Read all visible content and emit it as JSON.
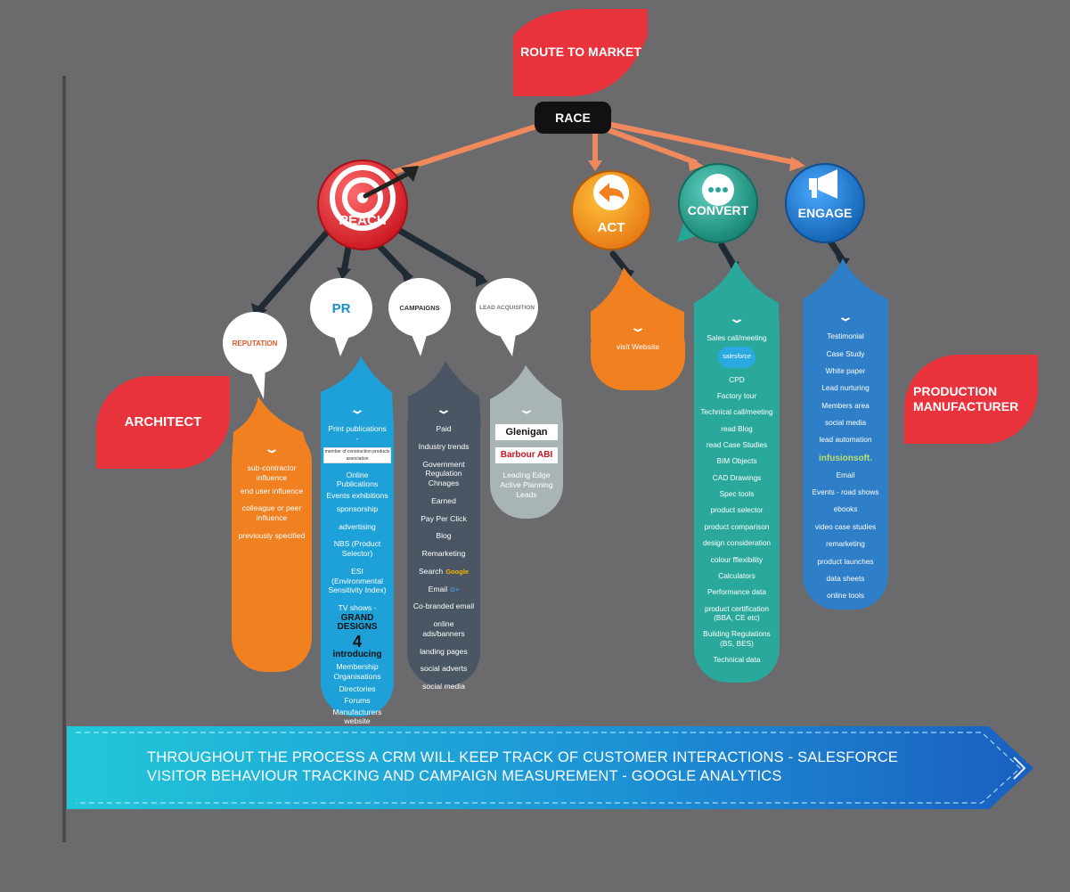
{
  "top": {
    "route_label": "ROUTE  TO MARKET",
    "race_label": "RACE"
  },
  "leaves": {
    "architect": "ARCHITECT",
    "manufacturer": "PRODUCTION MANUFACTURER"
  },
  "nodes": {
    "reach": "REACH",
    "act": "ACT",
    "convert": "CONVERT",
    "engage": "ENGAGE",
    "reputation": "REPUTATION",
    "pr": "PR",
    "campaigns": "CAMPAIGNS",
    "lead_acquisition": "LEAD ACQUISITION"
  },
  "lists": {
    "reputation": [
      "sub-contractor influence",
      "end user influence",
      "colleague or peer influence",
      "previously specified"
    ],
    "pr": {
      "intro": "Print publications -",
      "logo": "member of construction products association",
      "items_a": [
        "Online Publications",
        "Events exhibitions",
        "sponsorship",
        "advertising",
        "NBS (Product Selector)",
        "ESI (Environmental Sensitivity Index)",
        "TV shows -"
      ],
      "tv_logo_1": "GRAND DESIGNS",
      "tv_logo_2": "4",
      "tv_logo_3": "introducing",
      "items_b": [
        "Membership Organisations",
        "Directories",
        "Forums",
        "Manufacturers website"
      ]
    },
    "campaigns": [
      {
        "label": "Paid"
      },
      {
        "label": "Industry trends"
      },
      {
        "label": "Government Regulation Chnages"
      },
      {
        "label": "Earned"
      },
      {
        "label": "Pay Per Click"
      },
      {
        "label": "Blog"
      },
      {
        "label": "Remarketing"
      },
      {
        "label": "Search",
        "badge": "Google"
      },
      {
        "label": "Email",
        "badge": "G+"
      },
      {
        "label": "Co-branded email"
      },
      {
        "label": "online ads/banners"
      },
      {
        "label": "landing pages"
      },
      {
        "label": "social adverts"
      },
      {
        "label": "social media"
      }
    ],
    "lead_acquisition": {
      "logo_1": "Glenigan",
      "logo_2": "Barbour ABI",
      "text": "Leading Edge Active Planning Leads"
    },
    "act": [
      "visit Website"
    ],
    "convert": {
      "first": "Sales call/meeting",
      "logo": "salesforce",
      "items": [
        "CPD",
        "Factory tour",
        "Technical call/meeting",
        "read Blog",
        "read Case Studies",
        "BIM Objects",
        "CAD Drawings",
        "Spec tools",
        "product selector",
        "product comparison",
        "design consideration",
        "colour fflexibility",
        "Calculators",
        "Performance data",
        "product certification (BBA, CE etc)",
        "Building Regulations (BS, BES)",
        "Technical data"
      ]
    },
    "engage": {
      "items_a": [
        "Testimonial",
        "Case Study",
        "White paper",
        "Lead nurturing",
        "Members area",
        "social media",
        "lead automation"
      ],
      "logo": "infusionsoft.",
      "items_b": [
        "Email",
        "Events - road shows",
        "ebooks",
        "video case studies",
        "remarketing",
        "product launches",
        "data sheets",
        "online tools"
      ]
    }
  },
  "banner": {
    "line1": "THROUGHOUT THE PROCESS A CRM WILL KEEP TRACK OF CUSTOMER INTERACTIONS - SALESFORCE",
    "line2": "VISITOR BEHAVIOUR TRACKING AND CAMPAIGN MEASUREMENT - GOOGLE ANALYTICS"
  },
  "colors": {
    "background": "#6b6b6e",
    "leaf_red": "#e8323c",
    "orange": "#f08020",
    "blue": "#1ea0d8",
    "slate": "#4a5663",
    "grey": "#a9b5b5",
    "teal": "#2aa89c",
    "engage_blue": "#2e7ec8",
    "connector_orange": "#f08a5d",
    "connector_dark": "#1f2a33",
    "banner_cyan": "#22c7d9",
    "banner_blue": "#1a6fc4"
  },
  "icons": [
    "target-icon",
    "arrow-back-icon",
    "chat-dots-icon",
    "megaphone-icon",
    "chevron-down-icon"
  ]
}
